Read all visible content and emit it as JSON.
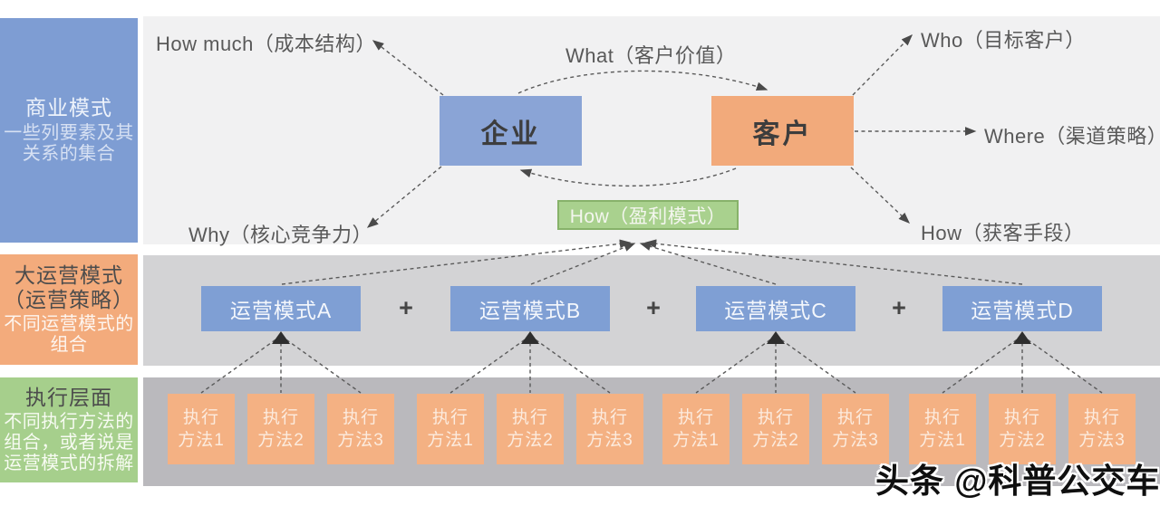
{
  "legend_column": {
    "business": {
      "title": "商业模式",
      "subtitle": "一些列要素及其\n关系的集合"
    },
    "operation": {
      "title": "大运营模式\n（运营策略）",
      "subtitle": "不同运营模式的\n组合"
    },
    "execution": {
      "title": "执行层面",
      "subtitle": "不同执行方法的\n组合，或者说是\n运营模式的拆解"
    }
  },
  "entities": {
    "enterprise": "企业",
    "customer": "客户"
  },
  "annotations": {
    "how_much": "How much（成本结构）",
    "what": "What（客户价值）",
    "who": "Who（目标客户）",
    "where": "Where（渠道策略）",
    "why": "Why（核心竞争力）",
    "how_profit": "How（盈利模式）",
    "how_acquire": "How（获客手段）"
  },
  "operation_row": {
    "modes": [
      "运营模式A",
      "运营模式B",
      "运营模式C",
      "运营模式D"
    ],
    "plus_sign": "+"
  },
  "execution_row": {
    "methods": [
      {
        "line1": "执行",
        "line2": "方法1"
      },
      {
        "line1": "执行",
        "line2": "方法2"
      },
      {
        "line1": "执行",
        "line2": "方法3"
      }
    ]
  },
  "watermark": "头条 @科普公交车",
  "colors": {
    "band_blue": "#7e9dd3",
    "band_orange": "#f3ab7c",
    "band_green": "#a6cf8c",
    "mode_box_blue": "#7f9fd4",
    "exec_box_orange": "#f4b183",
    "profit_green": "#a9d18e",
    "row1_bg": "#f1f1f2",
    "row2_bg": "#d3d3d5",
    "row3_bg": "#bab9bd",
    "connector_line": "#5a5a5a",
    "label_text": "#595959"
  }
}
